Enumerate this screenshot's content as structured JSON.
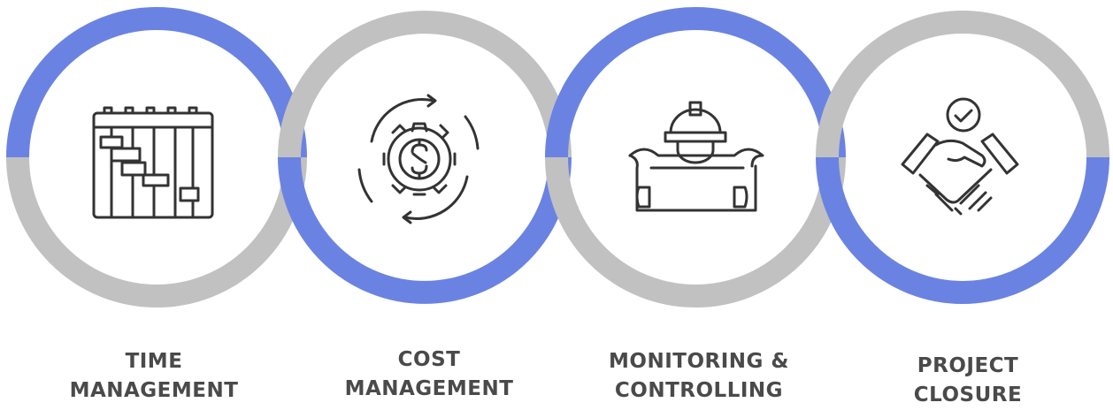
{
  "colors": {
    "ring_blue": "#6a83e2",
    "ring_gray": "#c1c1c1",
    "icon": "#333333",
    "text": "#4a4a4a"
  },
  "steps": [
    {
      "line1": "TIME",
      "line2": "MANAGEMENT",
      "icon": "gantt-calendar-icon"
    },
    {
      "line1": "COST",
      "line2": "MANAGEMENT",
      "icon": "dollar-gear-cycle-icon"
    },
    {
      "line1": "MONITORING &",
      "line2": "CONTROLLING",
      "icon": "engineer-blueprint-icon"
    },
    {
      "line1": "PROJECT",
      "line2": "CLOSURE",
      "icon": "handshake-check-icon"
    }
  ]
}
